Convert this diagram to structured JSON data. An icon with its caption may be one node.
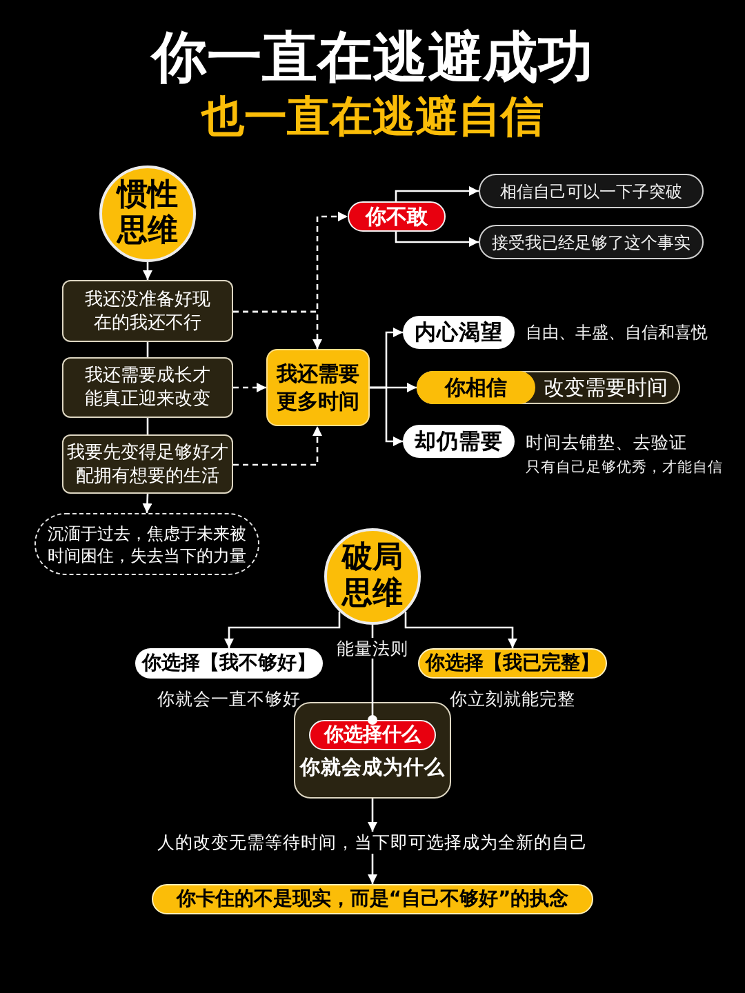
{
  "diagram": {
    "title": "你一直在逃避成功",
    "nodes": [
      {
        "text": [
          "惯性思维"
        ]
      },
      {
        "text": [
          "我还没准备好现在的我还不行"
        ]
      },
      {
        "text": [
          "我还需要成长才能真正迎来改变"
        ]
      },
      {
        "text": [
          "我要先变得足够好才配拥有想要的生活"
        ]
      },
      {
        "text": [
          "沉湎于过去，焦虑于未来被时间困住，失去当下的力量"
        ]
      },
      {
        "text": [
          "我还需要更多时间"
        ]
      },
      {
        "text": [
          "你不敢"
        ]
      },
      {
        "text": [
          "相信自己可以一下子突破"
        ]
      },
      {
        "text": [
          "接受我已经足够了这个事实"
        ]
      },
      {
        "text": [
          "内心渴望"
        ],
        "beside": [
          "自由、丰盛、自信和喜悦"
        ]
      },
      {
        "text": [
          "改变需要时间"
        ]
      },
      {
        "text": [
          "你相信"
        ],
        "in": 10
      },
      {
        "text": [
          "却仍需要"
        ],
        "beside": [
          "时间去铺垫、去验证",
          "只有自己足够优秀，才能自信"
        ]
      },
      {
        "text": [
          "破局思维"
        ]
      },
      {
        "text": [
          "你选择【我不够好】"
        ],
        "beside": [
          "你就会一直不够好"
        ]
      },
      {
        "text": [
          "你选择【我已完整】"
        ],
        "beside": [
          "你立刻就能完整"
        ]
      },
      {
        "text": [
          "你就会成为什么"
        ]
      },
      {
        "text": [
          "你选择什么"
        ],
        "in": 16
      },
      {
        "text": [
          "人的改变无需等待时间，当下即可选择成为全新的自己"
        ]
      },
      {
        "text": [
          "你卡住的不是现实，而是“自己不够好”的执念"
        ]
      }
    ],
    "edges": [
      {
        "from": 0,
        "to": 1,
        "arrow": "to"
      },
      {
        "from": 1,
        "to": 2,
        "arrow": "none"
      },
      {
        "from": 2,
        "to": 3,
        "arrow": "none"
      },
      {
        "from": 3,
        "to": 4,
        "arrow": "to"
      },
      {
        "from": 1,
        "to": 6,
        "arrow": "to",
        "style": "dashed"
      },
      {
        "from": 1,
        "to": 5,
        "arrow": "to",
        "style": "dashed"
      },
      {
        "from": 2,
        "to": 5,
        "arrow": "to",
        "style": "dashed"
      },
      {
        "from": 3,
        "to": 5,
        "arrow": "to",
        "style": "dashed"
      },
      {
        "from": 6,
        "to": 7,
        "arrow": "to"
      },
      {
        "from": 6,
        "to": 8,
        "arrow": "to"
      },
      {
        "from": 5,
        "to": 9,
        "arrow": "to"
      },
      {
        "from": 5,
        "to": 10,
        "arrow": "to"
      },
      {
        "from": 5,
        "to": 12,
        "arrow": "to"
      },
      {
        "from": 13,
        "to": 14,
        "arrow": "to"
      },
      {
        "from": 13,
        "to": 15,
        "arrow": "to"
      },
      {
        "from": 13,
        "to": 17,
        "arrow": "other",
        "label": "能量法则"
      },
      {
        "from": 16,
        "to": 18,
        "arrow": "to"
      },
      {
        "from": 18,
        "to": 19,
        "arrow": "to"
      }
    ],
    "labels": [
      "也一直在逃避自信"
    ]
  }
}
